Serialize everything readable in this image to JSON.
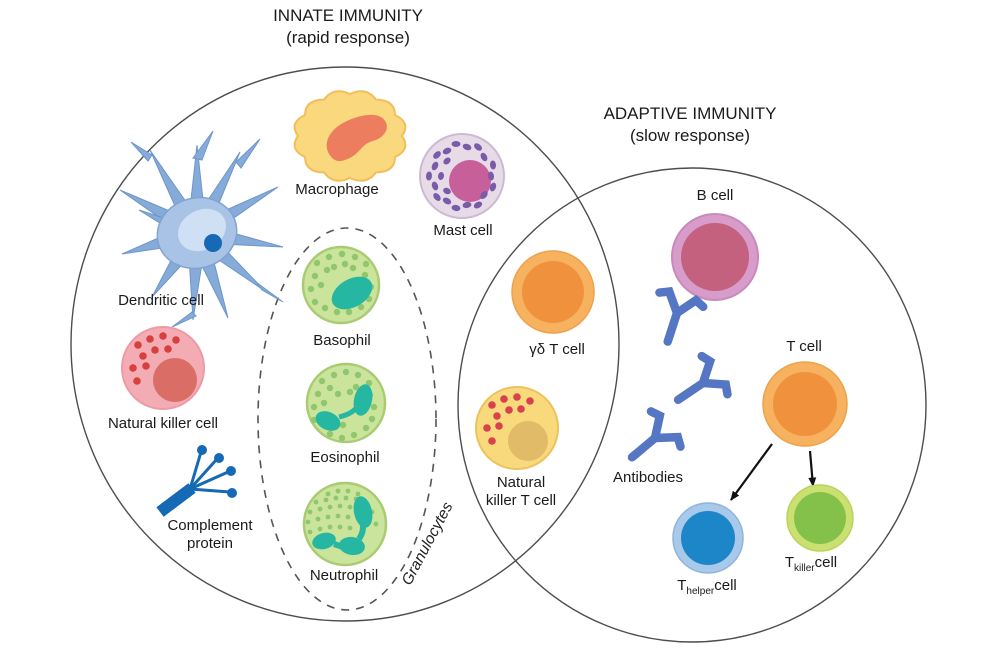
{
  "diagram": {
    "innate": {
      "title": "INNATE IMMUNITY",
      "subtitle": "(rapid response)"
    },
    "adaptive": {
      "title": "ADAPTIVE IMMUNITY",
      "subtitle": "(slow response)"
    },
    "labels": {
      "macrophage": "Macrophage",
      "mast_cell": "Mast cell",
      "dendritic_cell": "Dendritic cell",
      "natural_killer_cell": "Natural killer cell",
      "complement_line1": "Complement",
      "complement_line2": "protein",
      "basophil": "Basophil",
      "eosinophil": "Eosinophil",
      "neutrophil": "Neutrophil",
      "granulocytes": "Granulocytes",
      "gamma_delta_t_cell": "γδ T cell",
      "nkt_line1": "Natural",
      "nkt_line2": "killer T cell",
      "b_cell": "B cell",
      "antibodies": "Antibodies",
      "t_cell": "T cell",
      "t_helper": {
        "prefix": "T",
        "sub": "helper",
        "suffix": "cell"
      },
      "t_killer": {
        "prefix": "T",
        "sub": "killer",
        "suffix": "cell"
      }
    },
    "colors": {
      "outline": "#4d4d4d",
      "macrophage_body": "#FAD87E",
      "macrophage_nucleus": "#EC7E5F",
      "mast_body": "#E7DBE8",
      "mast_granules": "#7A5BA8",
      "mast_nucleus": "#C75F9B",
      "dendritic_body": "#A9C3E6",
      "dendritic_spikes": "#87ABD8",
      "dendritic_nucleus": "#1768B5",
      "nk_body": "#F4ACB4",
      "nk_nucleus": "#DA6D66",
      "nk_granules": "#D8403E",
      "granulocyte_body": "#CBE49C",
      "granulocyte_border": "#A9CB72",
      "granulocyte_dots": "#8FC66E",
      "granulocyte_nucleus": "#26B7A3",
      "complement_blue": "#1569B5",
      "t_orange_outer": "#F6B25F",
      "t_orange_inner": "#F0923D",
      "nkt_body": "#F8DA7D",
      "nkt_nucleus": "#E2BB69",
      "b_outer": "#D79CCA",
      "b_inner": "#C4617F",
      "antibody_blue": "#5576C3",
      "t_helper_outer": "#A8C9EA",
      "t_helper_inner": "#1D86C8",
      "t_killer_outer": "#CBE070",
      "t_killer_inner": "#83C14B",
      "arrow_black": "#111111"
    }
  }
}
